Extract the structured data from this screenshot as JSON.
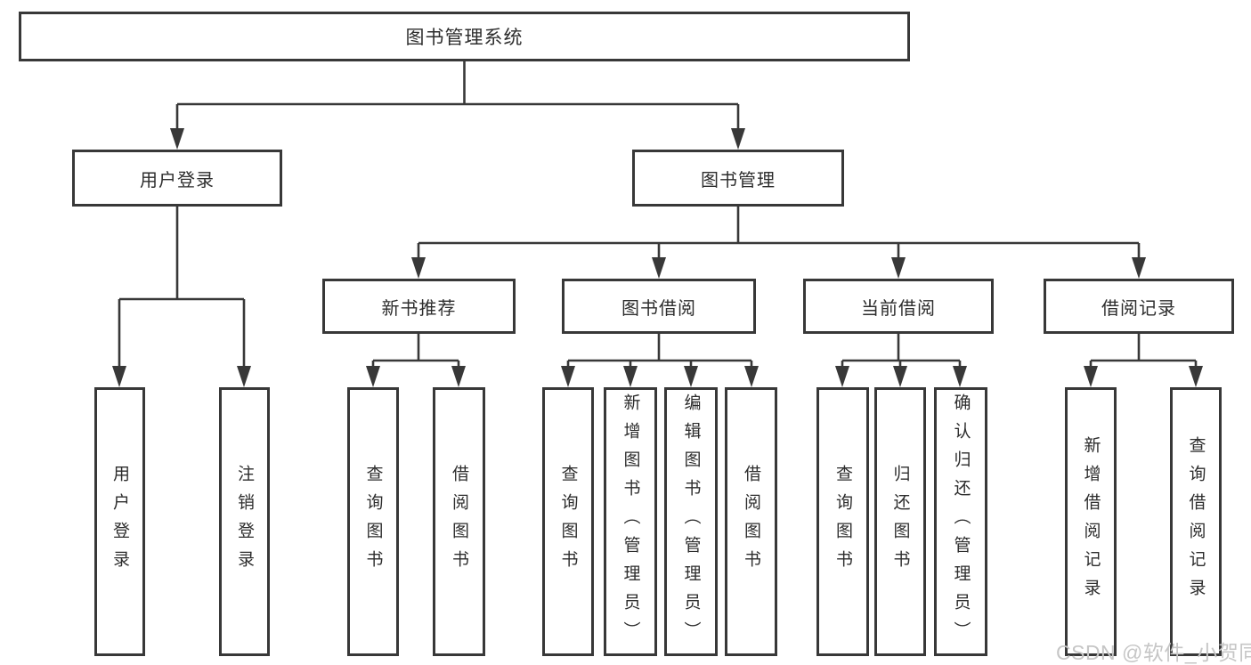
{
  "diagram": {
    "root": "图书管理系统",
    "level2": {
      "user_login": "用户登录",
      "book_mgmt": "图书管理"
    },
    "level3": {
      "new_books": "新书推荐",
      "borrowing": "图书借阅",
      "current": "当前借阅",
      "records": "借阅记录"
    },
    "leaves": {
      "user_login": [
        "用户登录",
        "注销登录"
      ],
      "new_books": [
        "查询图书",
        "借阅图书"
      ],
      "borrowing": [
        "查询图书",
        "新增图书（管理员）",
        "编辑图书（管理员）",
        "借阅图书"
      ],
      "current": [
        "查询图书",
        "归还图书",
        "确认归还（管理员）"
      ],
      "records": [
        "新增借阅记录",
        "查询借阅记录"
      ]
    }
  },
  "watermark": "CSDN @软件_小贺同学",
  "colors": {
    "line": "#383838",
    "text": "#2d2d2d",
    "watermark": "#c6c6c6",
    "background": "#ffffff"
  }
}
